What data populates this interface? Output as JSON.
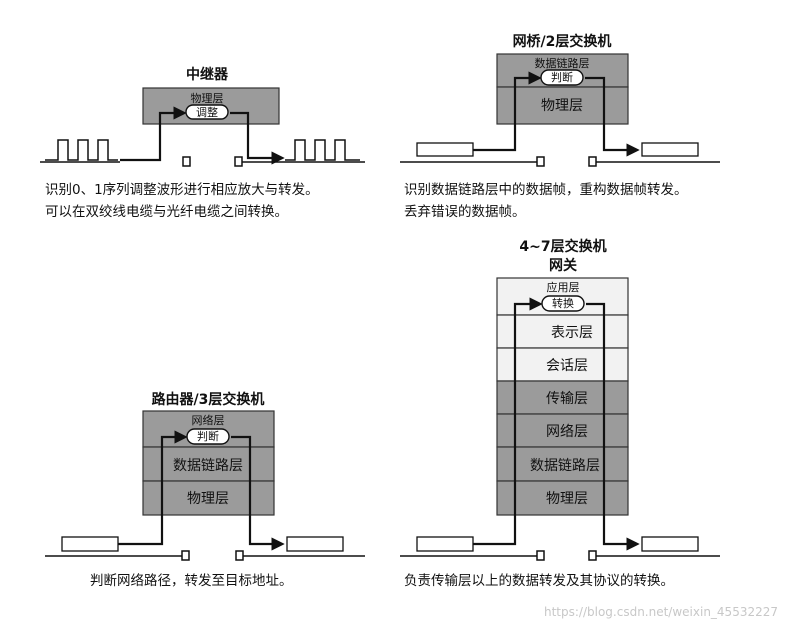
{
  "repeater": {
    "title": "中继器",
    "layer": "物理层",
    "action": "调整",
    "caption_1": "识别0、1序列调整波形进行相应放大与转发。",
    "caption_2": "可以在双绞线电缆与光纤电缆之间转换。"
  },
  "bridge": {
    "title": "网桥/2层交换机",
    "layer_top": "数据链路层",
    "action": "判断",
    "layer_bottom": "物理层",
    "caption_1": "识别数据链路层中的数据帧，重构数据帧转发。",
    "caption_2": "丢弃错误的数据帧。"
  },
  "router": {
    "title": "路由器/3层交换机",
    "layer_top": "网络层",
    "action": "判断",
    "layers": [
      "数据链路层",
      "物理层"
    ],
    "caption": "判断网络路径，转发至目标地址。"
  },
  "gateway": {
    "title_1": "4~7层交换机",
    "title_2": "网关",
    "layer_top": "应用层",
    "action": "转换",
    "layers": [
      "表示层",
      "会话层",
      "传输层",
      "网络层",
      "数据链路层",
      "物理层"
    ],
    "caption": "负责传输层以上的数据转发及其协议的转换。"
  },
  "watermark": "https://blog.csdn.net/weixin_45532227"
}
